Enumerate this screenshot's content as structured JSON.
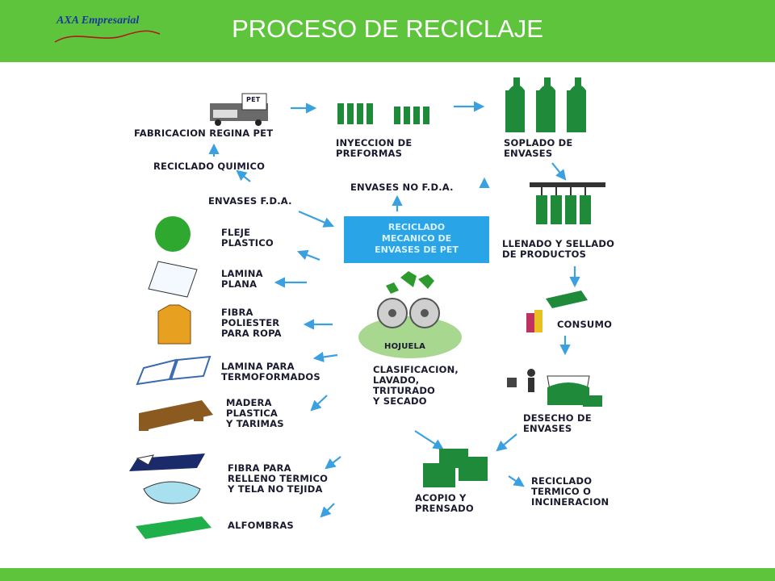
{
  "header": {
    "title": "PROCESO DE RECICLAJE",
    "logo_text": "AXA Empresarial",
    "color": "#5ec43c"
  },
  "diagram": {
    "center": "RECICLADO\nMECANICO DE\nENVASES DE PET",
    "steps": {
      "fabricacion": "FABRICACION REGINA PET",
      "pet_tag": "PET",
      "inyeccion": "INYECCION DE\nPREFORMAS",
      "soplado": "SOPLADO DE\nENVASES",
      "llenado": "LLENADO Y SELLADO\nDE PRODUCTOS",
      "consumo": "CONSUMO",
      "desecho": "DESECHO DE\nENVASES",
      "reciclado_termico": "RECICLADO\nTERMICO O\nINCINERACION",
      "acopio": "ACOPIO Y\nPRENSADO",
      "clasificacion": "CLASIFICACION,\nLAVADO,\nTRITURADO\nY SECADO",
      "hojuela": "HOJUELA",
      "envases_no_fda": "ENVASES NO F.D.A.",
      "envases_fda": "ENVASES F.D.A.",
      "reciclado_quimico": "RECICLADO QUIMICO"
    },
    "products": [
      "FLEJE\nPLASTICO",
      "LAMINA\nPLANA",
      "FIBRA\nPOLIESTER\nPARA ROPA",
      "LAMINA PARA\nTERMOFORMADOS",
      "MADERA\nPLASTICA\nY TARIMAS",
      "FIBRA PARA\nRELLENO TERMICO\nY TELA NO TEJIDA",
      "ALFOMBRAS"
    ],
    "colors": {
      "arrow": "#3aa0e0",
      "bottle": "#1f8a3a",
      "box": "#29a4e6"
    }
  }
}
